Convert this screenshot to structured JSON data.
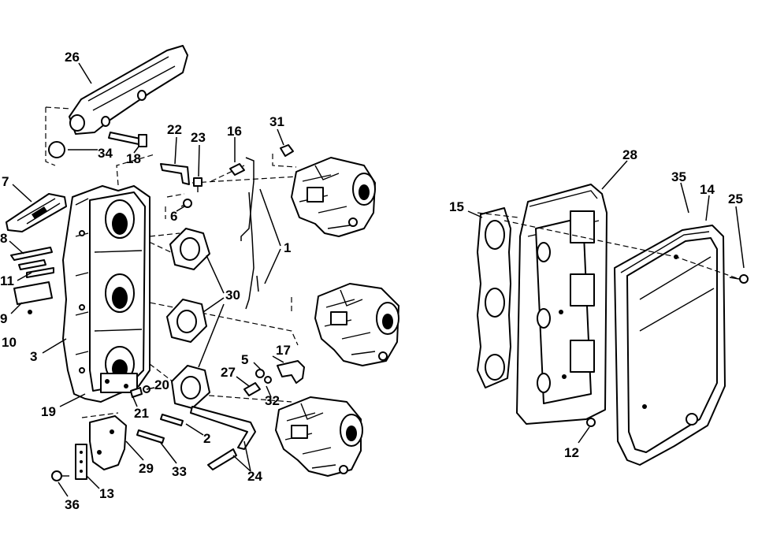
{
  "callouts": [
    "1",
    "2",
    "3",
    "5",
    "6",
    "7",
    "8",
    "9",
    "10",
    "11",
    "12",
    "13",
    "14",
    "15",
    "16",
    "17",
    "18",
    "19",
    "20",
    "21",
    "22",
    "23",
    "24",
    "25",
    "26",
    "27",
    "28",
    "29",
    "30",
    "31",
    "32",
    "33",
    "34",
    "35",
    "36"
  ]
}
